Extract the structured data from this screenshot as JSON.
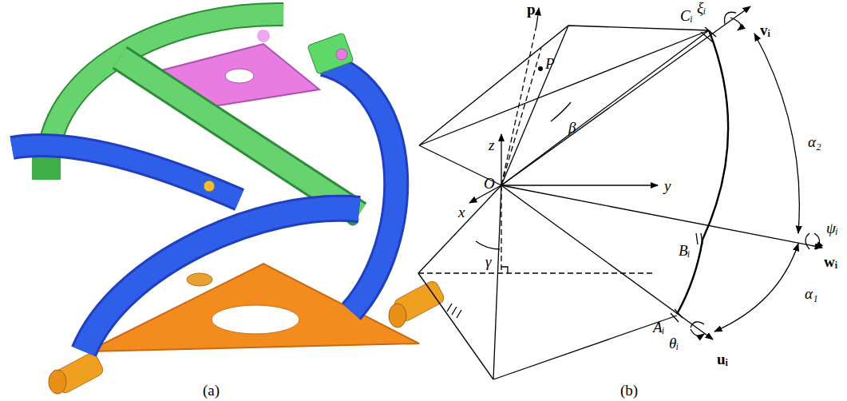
{
  "diagram": {
    "labels": [
      "(a)",
      "(b)",
      "p",
      "P",
      "β",
      "z",
      "y",
      "O",
      "x",
      "γ",
      "Cᵢ",
      "ξᵢ",
      "vᵢ",
      "α₂",
      "ψᵢ",
      "Bᵢ",
      "wᵢ",
      "α₁",
      "Aᵢ",
      "θᵢ",
      "uᵢ"
    ]
  }
}
